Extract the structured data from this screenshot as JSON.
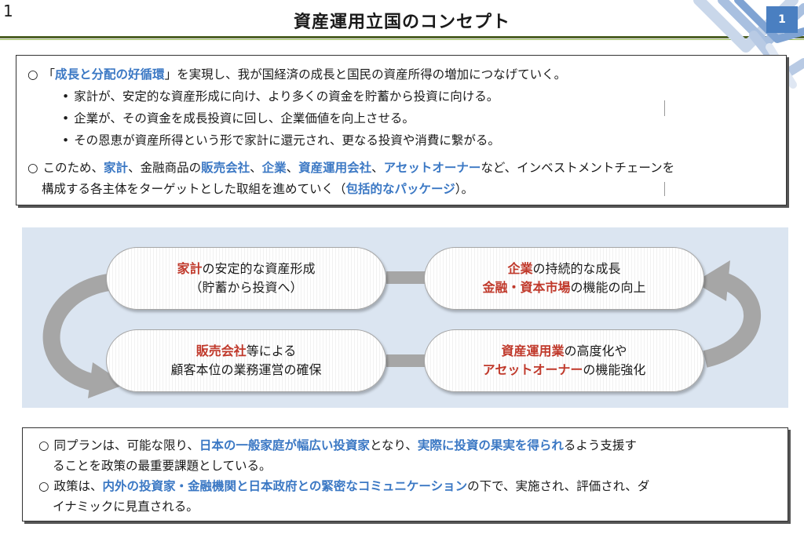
{
  "page": {
    "number_left": "1",
    "title": "資産運用立国のコンセプト",
    "page_badge": "1"
  },
  "top_box": {
    "marker": "○",
    "bullet": "•",
    "line1": {
      "open": "「",
      "b": "成長と分配の好循環",
      "rest": "」を実現し、我が国経済の成長と国民の資産所得の増加につなげていく。"
    },
    "bullets": [
      "家計が、安定的な資産形成に向け、より多くの資金を貯蓄から投資に向ける。",
      "企業が、その資金を成長投資に回し、企業価値を向上させる。",
      "その恩恵が資産所得という形で家計に還元され、更なる投資や消費に繋がる。"
    ],
    "para2": {
      "t1": "このため、",
      "b1": "家計",
      "t2": "、金融商品の",
      "b2": "販売会社",
      "t3": "、",
      "b3": "企業",
      "t4": "、",
      "b4": "資産運用会社",
      "t5": "、",
      "b5": "アセットオーナー",
      "t6": "など、インベストメントチェーンを",
      "l2a": "構成する各主体をターゲットとした取組を進めていく（",
      "l2b": "包括的なパッケージ",
      "l2c": "）。"
    }
  },
  "diagram": {
    "household": {
      "r": "家計",
      "t": "の安定的な資産形成",
      "line2": "（貯蓄から投資へ）"
    },
    "corporate": {
      "r1": "企業",
      "t1": "の持続的な成長",
      "r2": "金融・資本市場",
      "t2": "の機能の向上"
    },
    "sales": {
      "r": "販売会社",
      "t": "等による",
      "line2": "顧客本位の業務運営の確保"
    },
    "asset_mgmt": {
      "r1": "資産運用業",
      "t1": "の高度化や",
      "r2": "アセットオーナー",
      "t2": "の機能強化"
    }
  },
  "bottom_box": {
    "marker": "○",
    "p1": {
      "t1": "同プランは、可能な限り、",
      "b1": "日本の一般家庭が幅広い投資家",
      "t2": "となり、",
      "b2": "実際に投資の果実を得られ",
      "t3": "るよう支援す",
      "l2": "ることを政策の最重要課題としている。"
    },
    "p2": {
      "t1": "政策は、",
      "b1": "内外の投資家・金融機関と日本政府との緊密なコミュニケーション",
      "t2": "の下で、実施され、評価され、ダ",
      "l2": "イナミックに見直される。"
    }
  },
  "colors": {
    "accent_blue": "#3b78c4",
    "accent_red": "#c0392b",
    "rule_green": "#4f6228",
    "diagram_bg": "#dbe5f1"
  }
}
